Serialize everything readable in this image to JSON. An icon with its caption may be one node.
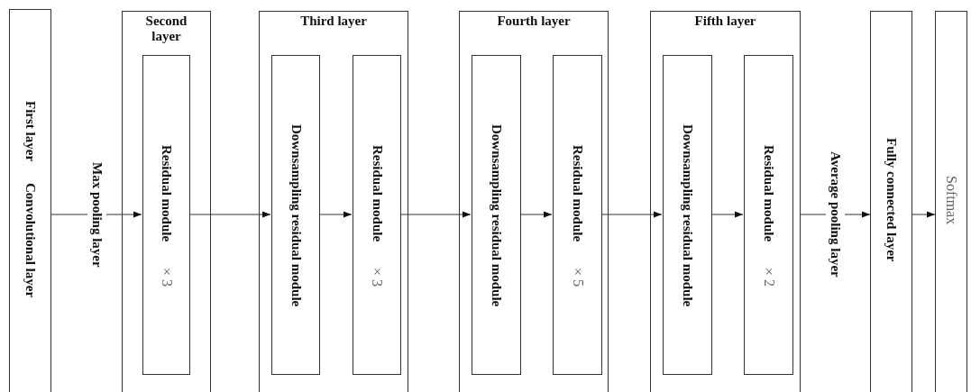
{
  "diagram": {
    "nodes": [
      {
        "text": [
          "First layer",
          "Convolutional layer"
        ]
      },
      {
        "text": [
          "Second layer"
        ]
      },
      {
        "text": [
          "Residual module",
          "×3"
        ],
        "in": 1
      },
      {
        "text": [
          "Third layer"
        ]
      },
      {
        "text": [
          "Downsampling residual module"
        ],
        "in": 3
      },
      {
        "text": [
          "Residual module",
          "×3"
        ],
        "in": 3
      },
      {
        "text": [
          "Fourth layer"
        ]
      },
      {
        "text": [
          "Downsampling residual module"
        ],
        "in": 6
      },
      {
        "text": [
          "Residual module",
          "×5"
        ],
        "in": 6
      },
      {
        "text": [
          "Fifth layer"
        ]
      },
      {
        "text": [
          "Downsampling residual module"
        ],
        "in": 9
      },
      {
        "text": [
          "Residual module",
          "×2"
        ],
        "in": 9
      },
      {
        "text": [
          "Fully connected layer"
        ]
      },
      {
        "text": [
          "Softmax"
        ]
      }
    ],
    "edges": [
      {
        "from": 0,
        "to": 2,
        "arrow": "to",
        "label": "Max pooling layer"
      },
      {
        "from": 2,
        "to": 4,
        "arrow": "to"
      },
      {
        "from": 4,
        "to": 5,
        "arrow": "to"
      },
      {
        "from": 5,
        "to": 7,
        "arrow": "to"
      },
      {
        "from": 7,
        "to": 8,
        "arrow": "to"
      },
      {
        "from": 8,
        "to": 10,
        "arrow": "to"
      },
      {
        "from": 10,
        "to": 11,
        "arrow": "to"
      },
      {
        "from": 9,
        "to": 12,
        "arrow": "to",
        "label": "Average pooling layer"
      },
      {
        "from": 12,
        "to": 13,
        "arrow": "to"
      }
    ]
  }
}
